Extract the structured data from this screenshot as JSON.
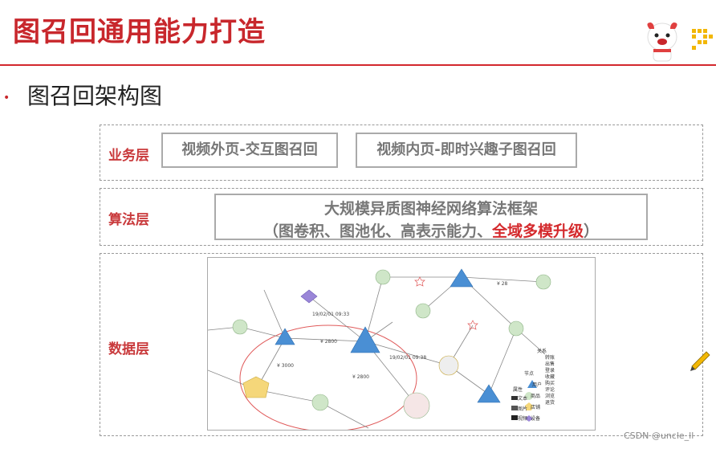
{
  "slide": {
    "title": "图召回通用能力打造",
    "bullet": "•",
    "subheading": "图召回架构图"
  },
  "layers": {
    "business": {
      "label": "业务层",
      "boxes": [
        "视频外页-交互图召回",
        "视频内页-即时兴趣子图召回"
      ]
    },
    "algorithm": {
      "label": "算法层",
      "title": "大规模异质图神经网络算法框架",
      "subtitle_prefix": "（图卷积、图池化、高表示能力、",
      "subtitle_highlight": "全域多模升级",
      "subtitle_suffix": "）"
    },
    "data": {
      "label": "数据层"
    }
  },
  "graph_legend": {
    "nodes_title": "节点",
    "nodes": [
      "用户",
      "商品",
      "店铺",
      "设备"
    ],
    "attributes_title": "属性",
    "attributes": [
      "文本",
      "图片",
      "视频"
    ],
    "relations_title": "关系",
    "relations": [
      "转账",
      "出售",
      "登录",
      "收藏",
      "购买",
      "评论",
      "浏览",
      "退货"
    ]
  },
  "graph_edge_labels": [
    "¥ 2800",
    "¥ 3000",
    "¥ 2800",
    "¥ 28",
    "19/02/01 09:33",
    "19/02/01 09:38"
  ],
  "watermark": "CSDN @uncle_ll",
  "colors": {
    "accent_red": "#c8272c",
    "label_red": "#c93a3c",
    "highlight_red": "#d42a2d",
    "box_text_gray": "#777777",
    "user_node_blue": "#4a8fd4",
    "shop_node_yellow": "#f5d77a",
    "device_node_purple": "#9a86d8",
    "item_node_green": "#cfe6c8"
  },
  "icons": {
    "mascot": "jd-dog-mascot-icon",
    "logo": "dotted-logo-icon",
    "pencil": "pencil-icon"
  }
}
